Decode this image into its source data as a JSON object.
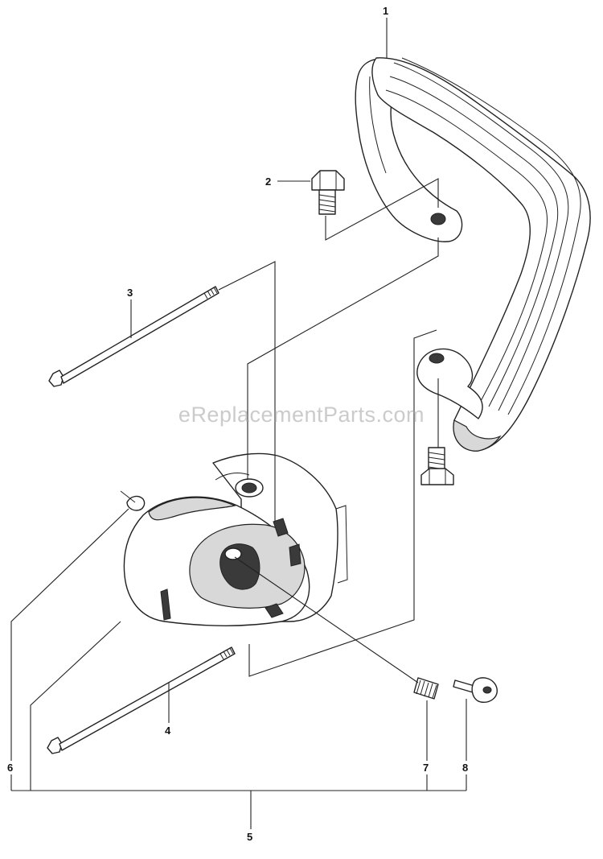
{
  "watermark": "eReplacementParts.com",
  "callouts": [
    "1",
    "2",
    "3",
    "4",
    "5",
    "6",
    "7",
    "8"
  ]
}
